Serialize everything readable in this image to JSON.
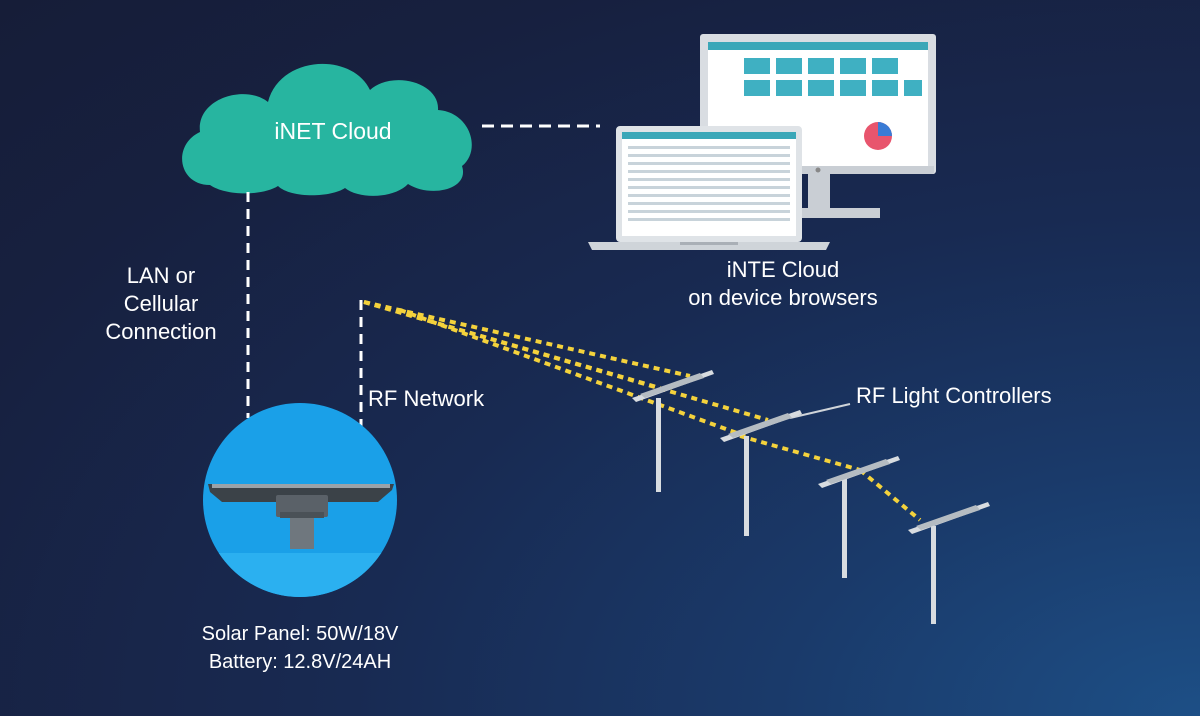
{
  "cloud": {
    "label": "iNET Cloud",
    "color": "#27b5a0"
  },
  "connection": {
    "lines": [
      "LAN or",
      "Cellular",
      "Connection"
    ]
  },
  "rf_network": {
    "label": "RF Network"
  },
  "rf_controllers": {
    "label": "RF Light Controllers"
  },
  "browsers": {
    "lines": [
      "iNTE Cloud",
      "on device browsers"
    ]
  },
  "specs": {
    "solar_panel": "Solar Panel: 50W/18V",
    "battery": "Battery: 12.8V/24AH"
  },
  "colors": {
    "signal": "#f4d23c",
    "gateway_circle": "#1aa0e8",
    "dashed_line": "#ffffff"
  },
  "icons": [
    "cloud-icon",
    "monitor-icon",
    "laptop-icon",
    "solar-gateway-icon",
    "street-light-icon"
  ]
}
